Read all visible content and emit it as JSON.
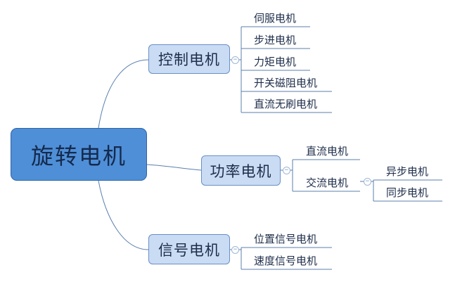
{
  "root": {
    "label": "旋转电机"
  },
  "branches": [
    {
      "label": "控制电机",
      "children": [
        "伺服电机",
        "步进电机",
        "力矩电机",
        "开关磁阻电机",
        "直流无刷电机"
      ]
    },
    {
      "label": "功率电机",
      "children": [
        "直流电机",
        "交流电机"
      ],
      "sub": {
        "label": "交流电机",
        "children": [
          "异步电机",
          "同步电机"
        ]
      }
    },
    {
      "label": "信号电机",
      "children": [
        "位置信号电机",
        "速度信号电机"
      ]
    }
  ],
  "collapse_symbol": "−",
  "colors": {
    "root": "#4f8fd7",
    "branch": "#c9dcf4",
    "line": "#5b7fae"
  }
}
